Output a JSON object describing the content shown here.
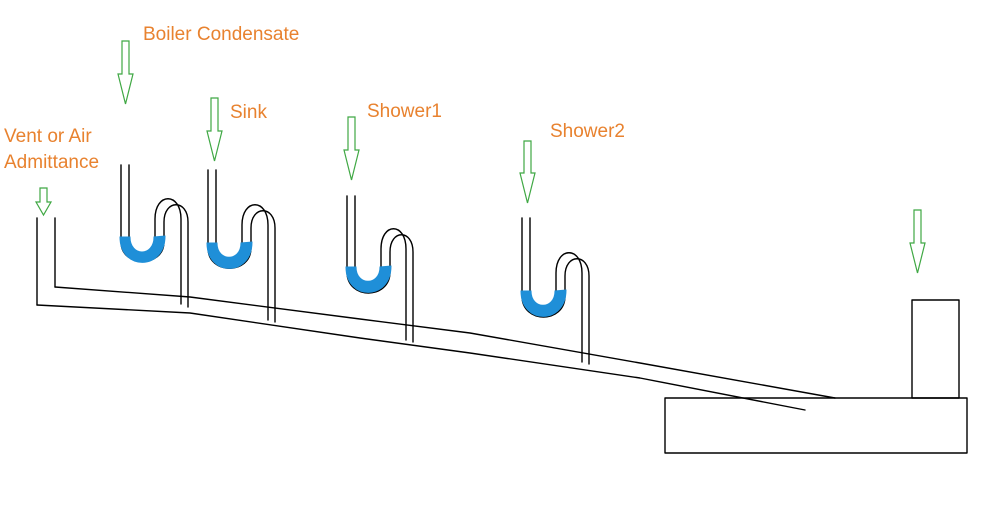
{
  "labels": {
    "vent_line1": "Vent or Air",
    "vent_line2": "Admittance",
    "boiler": "Boiler Condensate",
    "sink": "Sink",
    "shower1": "Shower1",
    "shower2": "Shower2"
  },
  "colors": {
    "label_text": "#E8822F",
    "arrow": "#3FA843",
    "pipe": "#000000",
    "water": "#1F8FD8",
    "background": "#FFFFFF"
  },
  "icons": {
    "arrow": "down-arrow-icon"
  }
}
